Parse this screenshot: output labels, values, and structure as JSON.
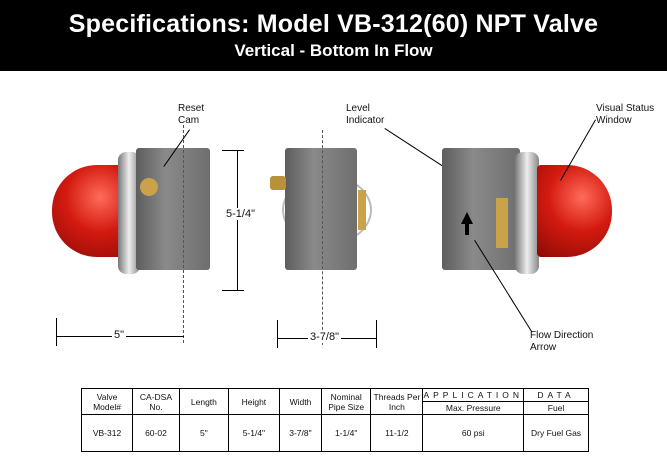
{
  "header": {
    "title": "Specifications: Model VB-312(60) NPT Valve",
    "subtitle": "Vertical - Bottom In Flow"
  },
  "callouts": {
    "reset_cam": "Reset Cam",
    "level_indicator": "Level Indicator",
    "visual_status_window": "Visual Status Window",
    "flow_direction_arrow": "Flow Direction Arrow"
  },
  "dimensions": {
    "length": "5\"",
    "height": "5-1/4\"",
    "width": "3-7/8\""
  },
  "table": {
    "headers": {
      "model": "Valve Model#",
      "cadsa": "CA-DSA No.",
      "length": "Length",
      "height": "Height",
      "width": "Width",
      "pipe": "Nominal Pipe Size",
      "threads": "Threads Per Inch",
      "application": "APPLICATION",
      "data": "DATA",
      "pressure": "Max. Pressure",
      "fuel": "Fuel"
    },
    "row": {
      "model": "VB-312",
      "cadsa": "60-02",
      "length": "5\"",
      "height": "5-1/4\"",
      "width": "3-7/8\"",
      "pipe": "1-1/4\"",
      "threads": "11-1/2",
      "pressure": "60 psi",
      "fuel": "Dry Fuel Gas"
    }
  }
}
